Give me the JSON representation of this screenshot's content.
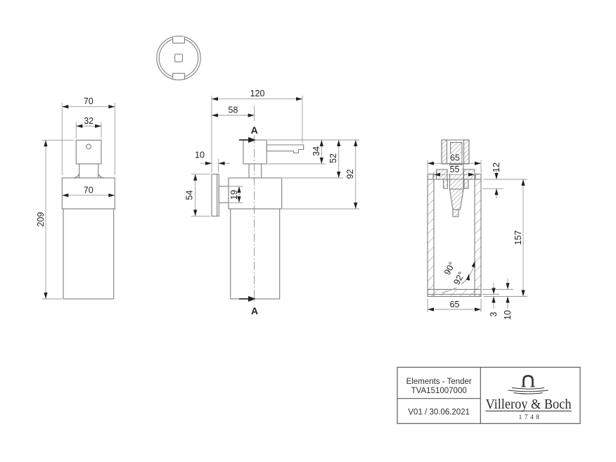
{
  "drawing": {
    "background": "#ffffff",
    "colors": {
      "geometry_line": "#7f7f7f",
      "dimension_line": "#9a9a9a",
      "text": "#1f1f1f",
      "brand_text": "#2b2b2b"
    },
    "views": {
      "front": {
        "dims": {
          "outer_width": "70",
          "pump_width": "32",
          "collar_width": "70",
          "total_height": "209"
        }
      },
      "side": {
        "section_label": "A",
        "dims": {
          "depth": "120",
          "wall_to_pump_center": "58",
          "plate_thickness": "10",
          "plate_height": "54",
          "mount_height": "19",
          "pump_head_height": "34",
          "pump_top_to_collar": "52",
          "pump_top_to_body": "92"
        }
      },
      "section": {
        "dims": {
          "cap_width": "65",
          "opening_width": "55",
          "rim_height": "12",
          "container_height": "157",
          "bottom_width": "65",
          "base_plate_thickness": "3",
          "base_height": "10",
          "angle_outer": "90°",
          "angle_inner": "92°"
        }
      }
    },
    "title_block": {
      "product_line": "Elements - Tender",
      "article_number": "TVA151007000",
      "version_date": "V01 / 30.06.2021",
      "brand": "Villeroy & Boch",
      "brand_year": "1748"
    }
  }
}
